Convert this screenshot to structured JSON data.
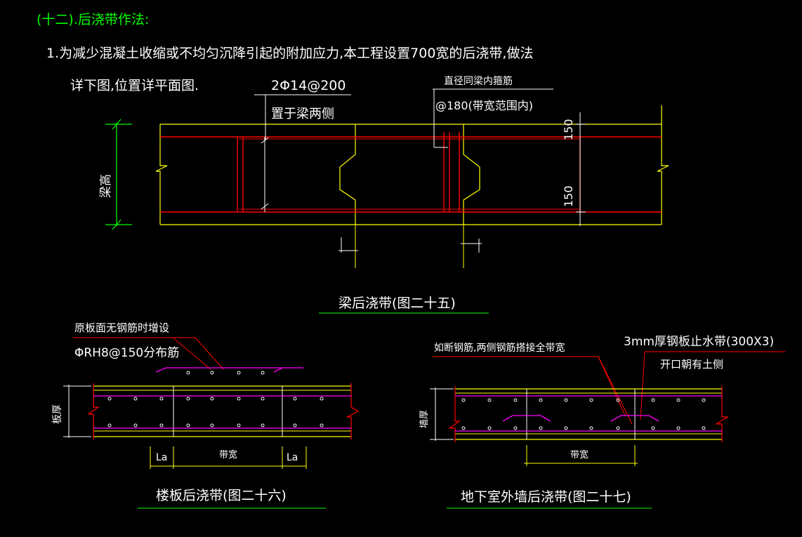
{
  "heading": "(十二).后浇带作法:",
  "intro_line1": "1.为减少混凝土收缩或不均匀沉降引起的附加应力,本工程设置700宽的后浇带,做法",
  "intro_line2": "详下图,位置详平面图.",
  "beam": {
    "rebar_label": "2Φ14@200",
    "rebar_sub": "置于梁两侧",
    "stirrup_label": "直径同梁内箍筋",
    "stirrup_sub": "@180(带宽范围内)",
    "dim_150_top": "150",
    "dim_150_bottom": "150",
    "height_label": "梁高",
    "caption": "梁后浇带(图二十五)"
  },
  "slab": {
    "note1": "原板面无钢筋时增设",
    "note2": "ΦRH8@150分布筋",
    "thickness_label": "板厚",
    "la_left": "La",
    "band_width": "带宽",
    "la_right": "La",
    "caption": "楼板后浇带(图二十六)"
  },
  "wall": {
    "note_cut": "如断钢筋,两侧钢筋搭接全带宽",
    "waterstop": "3mm厚钢板止水带(300X3)",
    "opening": "开口朝有土侧",
    "thickness_label": "墙厚",
    "band_width": "带宽",
    "caption": "地下室外墙后浇带(图二十七)"
  },
  "colors": {
    "background": "#000000",
    "heading": "#00ff00",
    "text": "#ffffff",
    "concrete": "#ffff00",
    "rebar": "#ff0000",
    "distribution": "#ff00ff",
    "dimension": "#00ff00",
    "leader": "#ff0000",
    "la_dim": "#ffff00"
  }
}
